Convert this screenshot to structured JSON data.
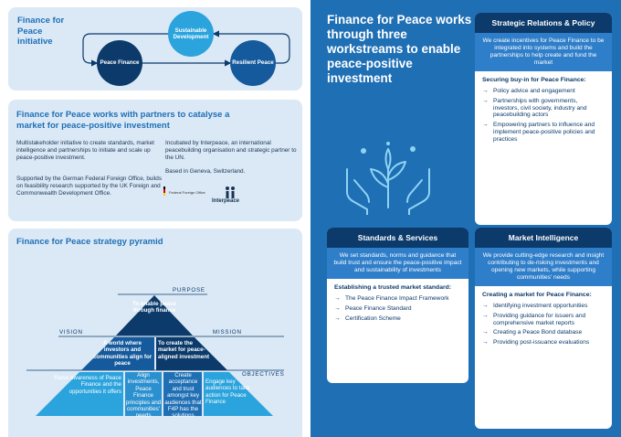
{
  "cycle": {
    "title": "Finance for Peace initiative",
    "circles": {
      "sustainable": "Sustainable Development",
      "peace_finance": "Peace Finance",
      "resilient": "Resilient Peace"
    }
  },
  "about": {
    "title": "Finance for Peace works with partners to catalyse a market for peace-positive investment",
    "col1_p1": "Multistakeholder initiative to create standards, market intelligence and partnerships to initiate and scale up peace-positive investment.",
    "col1_p2": "Supported by the German Federal Foreign Office, builds on feasibility research supported by the UK Foreign and Commonwealth Development Office.",
    "col2_p1": "Incubated by Interpeace, an international peacebuilding organisation and strategic partner to the UN.",
    "col2_p2": "Based in Geneva, Switzerland.",
    "logo_german": "Federal Foreign Office",
    "logo_interpeace": "Interpeace"
  },
  "pyramid": {
    "title": "Finance for Peace strategy pyramid",
    "labels": {
      "purpose": "PURPOSE",
      "vision": "VISION",
      "mission": "MISSION",
      "objectives": "OBJECTIVES"
    },
    "purpose_text": "To enable peace through finance",
    "vision_text": "A world where investors and communities align for peace",
    "mission_text": "To create the market for peace-aligned investment",
    "objectives": [
      "Raise awareness of Peace Finance and the opportunities it offers",
      "Align investments, Peace Finance principles and communities' needs",
      "Create acceptance and trust amongst key audiences that F4P has the solutions",
      "Engage key audiences to take action for Peace Finance"
    ]
  },
  "right": {
    "title": "Finance for Peace works through three workstreams to enable peace-positive investment",
    "arrow_glyph": "→",
    "strategic": {
      "header": "Strategic Relations & Policy",
      "intro": "We create incentives for Peace Finance to be integrated into systems and build the partnerships to help create and fund the market",
      "subheading": "Securing buy-in for Peace Finance:",
      "items": [
        "Policy advice and engagement",
        "Partnerships with governments, investors, civil society, industry and peacebuilding actors",
        "Empowering partners to influence and implement peace-positive policies and practices"
      ]
    },
    "standards": {
      "header": "Standards & Services",
      "intro": "We set standards, norms and guidance that build trust and ensure the peace-positive impact and sustainability of investments",
      "subheading": "Establishing a trusted market standard:",
      "items": [
        "The Peace Finance Impact Framework",
        "Peace Finance Standard",
        "Certification Scheme"
      ]
    },
    "market": {
      "header": "Market Intelligence",
      "intro": "We provide cutting-edge research and insight contributing to de-risking investments and opening new markets, while supporting communities' needs",
      "subheading": "Creating a market for Peace Finance:",
      "items": [
        "Identifying investment opportunities",
        "Providing guidance for issuers and comprehensive market reports",
        "Creating a Peace Bond database",
        "Providing post-issuance evaluations"
      ]
    }
  },
  "colors": {
    "dark_navy": "#0b3a6b",
    "brand_blue": "#1f6fb5",
    "light_blue": "#2ba3dd",
    "panel_bg": "#dbe9f6"
  }
}
